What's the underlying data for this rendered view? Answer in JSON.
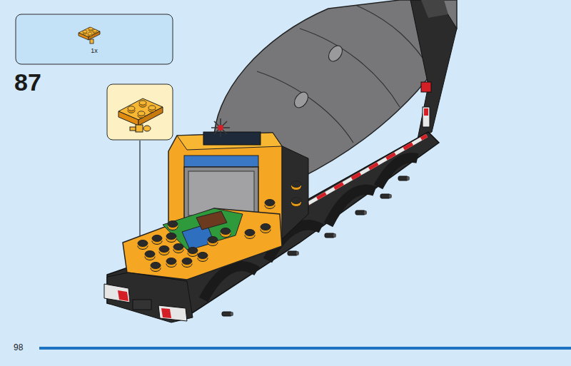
{
  "diagram": {
    "nodes": [
      {
        "text": [
          "1x"
        ]
      }
    ],
    "labels": [
      "87",
      "98"
    ]
  }
}
